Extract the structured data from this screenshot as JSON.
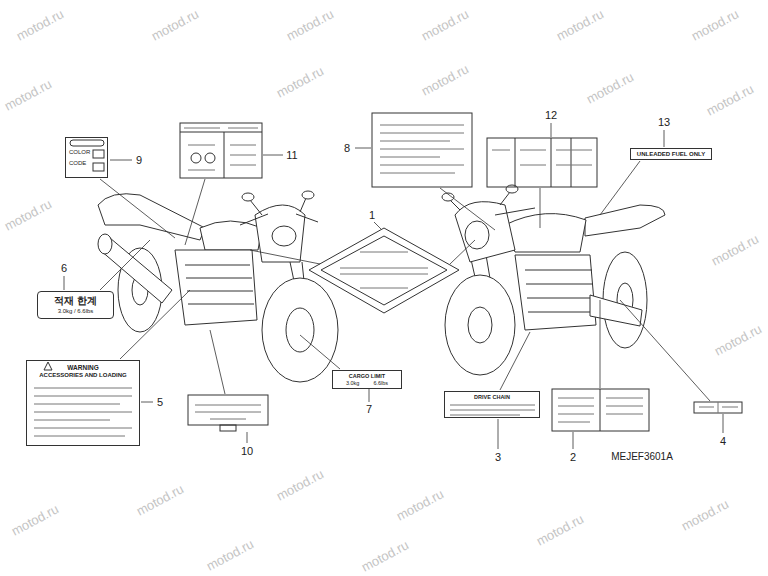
{
  "diagram": {
    "nodes": [
      {
        "text": [
          "COLOR",
          "CODE"
        ]
      },
      {
        "text": [
          "UNLEADED FUEL ONLY"
        ]
      },
      {
        "text": [
          "적재 한계",
          "3.0kg / 6.6lbs"
        ]
      },
      {
        "text": [
          "WARNING",
          "ACCESSORIES AND LOADING"
        ]
      },
      {
        "text": [
          "CARGO LIMIT",
          "3.0kg",
          "6.6lbs"
        ]
      },
      {
        "text": [
          "DRIVE CHAIN"
        ]
      }
    ],
    "labels": [
      "9",
      "11",
      "8",
      "12",
      "13",
      "1",
      "6",
      "5",
      "10",
      "7",
      "3",
      "2",
      "MEJEF3601A",
      "4",
      "motod.ru",
      "motod.ru",
      "motod.ru",
      "motod.ru",
      "motod.ru",
      "motod.ru",
      "motod.ru",
      "motod.ru",
      "motod.ru",
      "motod.ru",
      "motod.ru",
      "motod.ru",
      "motod.ru",
      "motod.ru",
      "motod.ru",
      "motod.ru",
      "motod.ru",
      "motod.ru",
      "motod.ru",
      "motod.ru",
      "motod.ru",
      "motod.ru"
    ]
  }
}
